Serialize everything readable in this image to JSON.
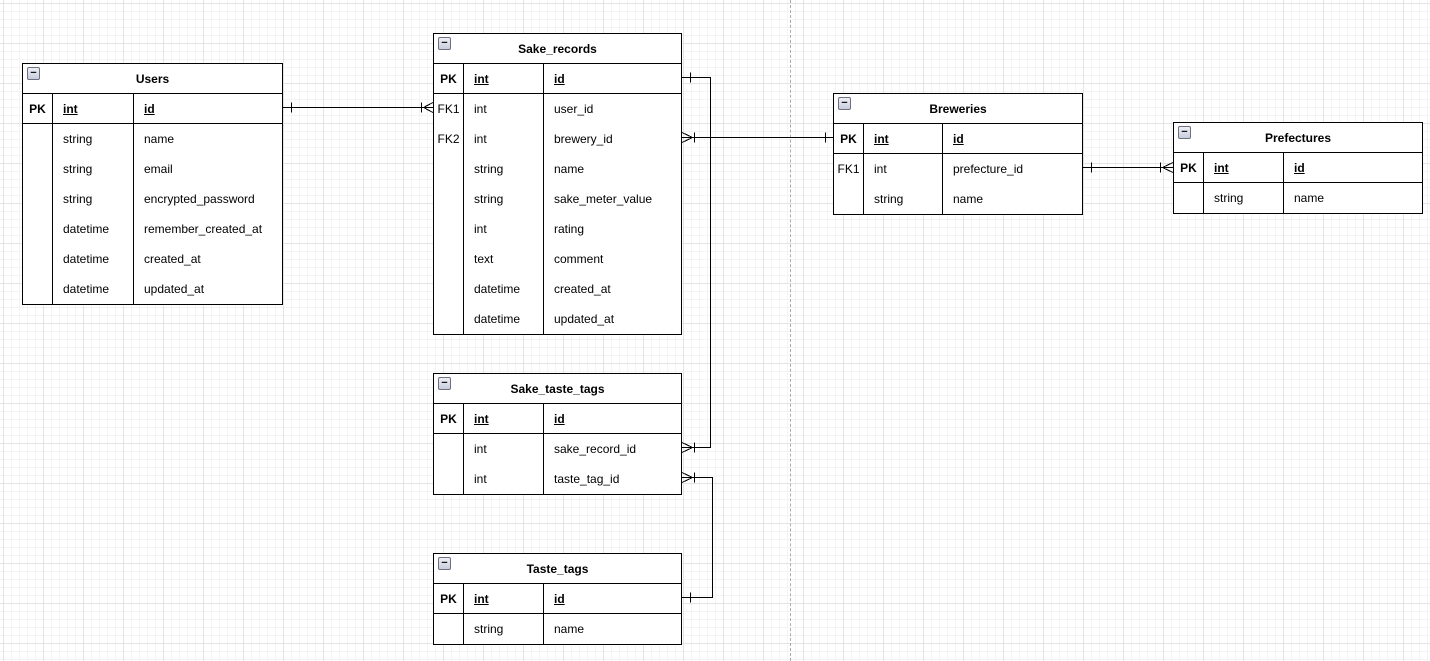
{
  "icons": {
    "collapse_glyph": "−"
  },
  "colors": {
    "background": "#ffffff",
    "grid_minor": "#f4f4f4",
    "grid_major": "#e4e4e4",
    "table_border": "#000000",
    "connector": "#000000",
    "page_divider": "#ababab"
  },
  "entities": [
    {
      "title": "Users",
      "rows": [
        {
          "key": "PK",
          "type": "int",
          "name": "id",
          "pk": true
        },
        {
          "key": "",
          "type": "string",
          "name": "name"
        },
        {
          "key": "",
          "type": "string",
          "name": "email"
        },
        {
          "key": "",
          "type": "string",
          "name": "encrypted_password"
        },
        {
          "key": "",
          "type": "datetime",
          "name": "remember_created_at"
        },
        {
          "key": "",
          "type": "datetime",
          "name": "created_at"
        },
        {
          "key": "",
          "type": "datetime",
          "name": "updated_at"
        }
      ]
    },
    {
      "title": "Sake_records",
      "rows": [
        {
          "key": "PK",
          "type": "int",
          "name": "id",
          "pk": true
        },
        {
          "key": "FK1",
          "type": "int",
          "name": "user_id"
        },
        {
          "key": "FK2",
          "type": "int",
          "name": "brewery_id"
        },
        {
          "key": "",
          "type": "string",
          "name": "name"
        },
        {
          "key": "",
          "type": "string",
          "name": "sake_meter_value"
        },
        {
          "key": "",
          "type": "int",
          "name": "rating"
        },
        {
          "key": "",
          "type": "text",
          "name": "comment"
        },
        {
          "key": "",
          "type": "datetime",
          "name": "created_at"
        },
        {
          "key": "",
          "type": "datetime",
          "name": "updated_at"
        }
      ]
    },
    {
      "title": "Breweries",
      "rows": [
        {
          "key": "PK",
          "type": "int",
          "name": "id",
          "pk": true
        },
        {
          "key": "FK1",
          "type": "int",
          "name": "prefecture_id"
        },
        {
          "key": "",
          "type": "string",
          "name": "name"
        }
      ]
    },
    {
      "title": "Prefectures",
      "rows": [
        {
          "key": "PK",
          "type": "int",
          "name": "id",
          "pk": true
        },
        {
          "key": "",
          "type": "string",
          "name": "name"
        }
      ]
    },
    {
      "title": "Sake_taste_tags",
      "rows": [
        {
          "key": "PK",
          "type": "int",
          "name": "id",
          "pk": true
        },
        {
          "key": "",
          "type": "int",
          "name": "sake_record_id"
        },
        {
          "key": "",
          "type": "int",
          "name": "taste_tag_id"
        }
      ]
    },
    {
      "title": "Taste_tags",
      "rows": [
        {
          "key": "PK",
          "type": "int",
          "name": "id",
          "pk": true
        },
        {
          "key": "",
          "type": "string",
          "name": "name"
        }
      ]
    }
  ],
  "connectors": [
    {
      "from": "Users.id",
      "to": "Sake_records.user_id",
      "from_cardinality": "one",
      "to_cardinality": "many"
    },
    {
      "from": "Sake_records.brewery_id",
      "to": "Breweries.id",
      "from_cardinality": "many",
      "to_cardinality": "one"
    },
    {
      "from": "Breweries.prefecture_id",
      "to": "Prefectures.id",
      "from_cardinality": "one",
      "to_cardinality": "many"
    },
    {
      "from": "Sake_records.id",
      "to": "Sake_taste_tags.sake_record_id",
      "from_cardinality": "one",
      "to_cardinality": "many"
    },
    {
      "from": "Taste_tags.id",
      "to": "Sake_taste_tags.taste_tag_id",
      "from_cardinality": "one",
      "to_cardinality": "many"
    }
  ]
}
